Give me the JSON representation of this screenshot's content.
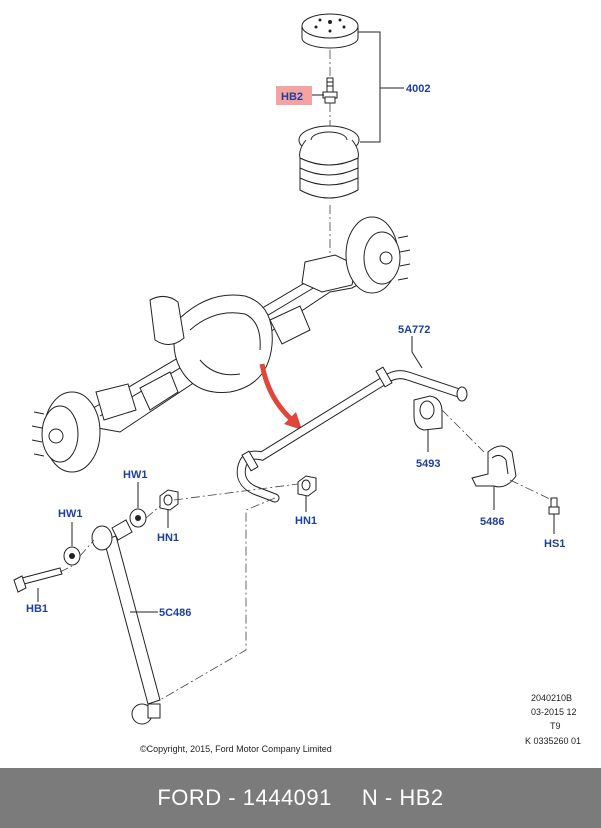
{
  "callouts": {
    "hb2_top": "HB2",
    "p4002": "4002",
    "p5a772": "5A772",
    "p5493": "5493",
    "hw1_upper": "HW1",
    "hw1_lower": "HW1",
    "hn1_upper": "HN1",
    "hn1_lower": "HN1",
    "p5486": "5486",
    "hs1": "HS1",
    "hb1": "HB1",
    "p5c486": "5C486"
  },
  "meta": {
    "drawing_id": "2040210B",
    "date": "03-2015 12",
    "tier": "T9",
    "code": "K 0335260 01",
    "copyright": "©Copyright, 2015, Ford Motor Company Limited"
  },
  "footer": {
    "brand": "FORD",
    "separator": "-",
    "part_number": "1444091",
    "ref_prefix": "N",
    "ref_separator": "-",
    "ref": "HB2"
  },
  "colors": {
    "callout_text": "#1e3f9e",
    "highlight_box": "#f4a3a3",
    "arrow": "#e0463a",
    "footer_bg": "#7b7b7b"
  }
}
